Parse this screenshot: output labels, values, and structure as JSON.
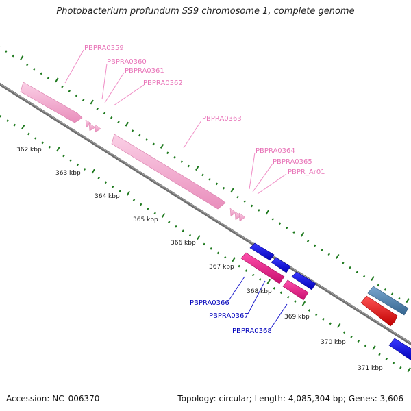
{
  "header": {
    "title": "Photobacterium profundum SS9 chromosome 1, complete genome"
  },
  "footer": {
    "accession": "Accession: NC_006370",
    "summary": "Topology: circular; Length: 4,085,304 bp; Genes: 3,606"
  },
  "map": {
    "backbone_color": "#7a7a7a",
    "tick_color": "#1f7a1f",
    "kbp_labels": [
      "362 kbp",
      "363 kbp",
      "364 kbp",
      "365 kbp",
      "366 kbp",
      "367 kbp",
      "368 kbp",
      "369 kbp",
      "370 kbp",
      "371 kbp"
    ],
    "colors": {
      "forward_gene": "#f4a6cc",
      "forward_label": "#e874b8",
      "reverse_cds": "#0000ee",
      "reverse_rna": "#ee1c8c",
      "reverse_label": "#0000bb",
      "other_blue": "#4a7fae",
      "other_red": "#ee1111"
    },
    "forward_labels": [
      "PBPRA0359",
      "PBPRA0360",
      "PBPRA0361",
      "PBPRA0362",
      "PBPRA0363",
      "PBPRA0364",
      "PBPRA0365",
      "PBPR_Ar01"
    ],
    "reverse_labels": [
      "PBPRA0366",
      "PBPRA0367",
      "PBPRA0368"
    ]
  }
}
